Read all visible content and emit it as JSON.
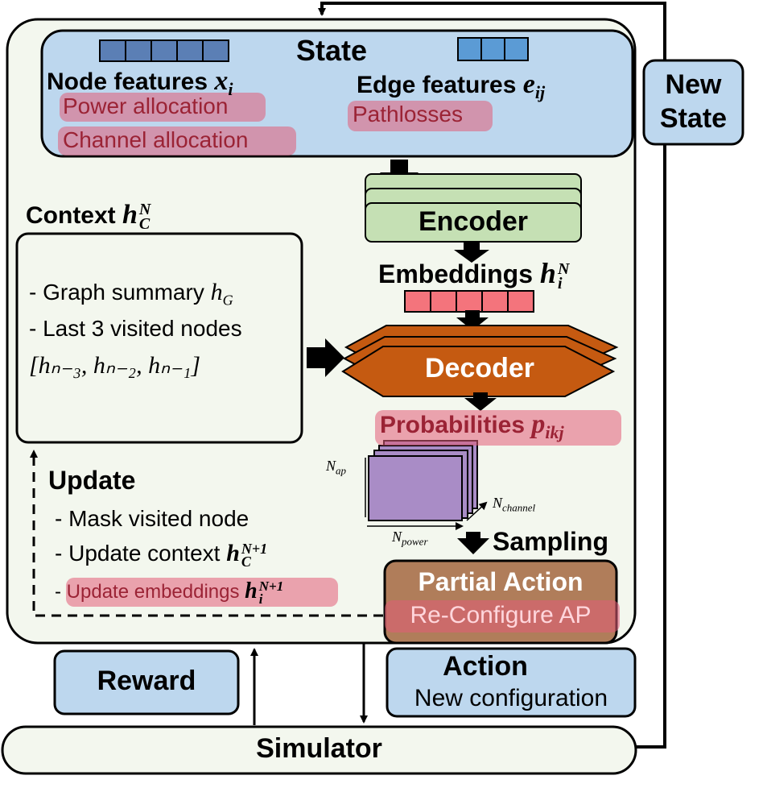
{
  "state": {
    "title": "State",
    "node_label": "Node features ",
    "node_var": "x",
    "node_sub": "i",
    "edge_label": "Edge features ",
    "edge_var": "e",
    "edge_sub": "ij",
    "node_items": [
      "Power allocation",
      "Channel allocation"
    ],
    "edge_items": [
      "Pathlosses"
    ]
  },
  "new_state": {
    "line1": "New",
    "line2": "State"
  },
  "encoder": {
    "label": "Encoder"
  },
  "embeddings": {
    "label": "Embeddings ",
    "var": "h",
    "sub": "i",
    "sup": "N"
  },
  "context": {
    "label": "Context ",
    "var": "h",
    "sub": "C",
    "sup": "N",
    "line1": "- Graph summary ",
    "line1_var": "h",
    "line1_sub": "G",
    "line2": "- Last 3 visited nodes",
    "line3": "[hₙ₋₃, hₙ₋₂, hₙ₋₁]"
  },
  "decoder": {
    "label": "Decoder"
  },
  "probabilities": {
    "label": "Probabilities ",
    "var": "p",
    "sub": "ikj"
  },
  "tensor": {
    "n_ap": "N",
    "n_ap_sub": "ap",
    "n_channel": "N",
    "n_channel_sub": "channel",
    "n_power": "N",
    "n_power_sub": "power"
  },
  "sampling": {
    "label": "Sampling"
  },
  "update": {
    "title": "Update",
    "item1": "- Mask visited node",
    "item2": "- Update context ",
    "item2_var": "h",
    "item2_sub": "C",
    "item2_sup": "N+1",
    "item3": "- ",
    "item3_text": "Update embeddings ",
    "item3_var": "h",
    "item3_sub": "i",
    "item3_sup": "N+1"
  },
  "partial_action": {
    "title": "Partial Action",
    "subtitle": "Re-Configure AP"
  },
  "reward": {
    "label": "Reward"
  },
  "action": {
    "title": "Action",
    "subtitle": "New configuration"
  },
  "simulator": {
    "label": "Simulator"
  },
  "colors": {
    "outer_bg": "#f3f7ee",
    "blue_box": "#bdd7ee",
    "encoder_fill": "#c5e0b4",
    "decoder_fill": "#c55a11",
    "embedding_cell": "#f4747c",
    "node_cell": "#5b7fb5",
    "edge_cell": "#5b9bd5",
    "tensor_fill": "#a98cc6",
    "partial_action_fill": "#b07d5a",
    "highlight": "#e25c78",
    "highlight_text": "#9b2335"
  }
}
